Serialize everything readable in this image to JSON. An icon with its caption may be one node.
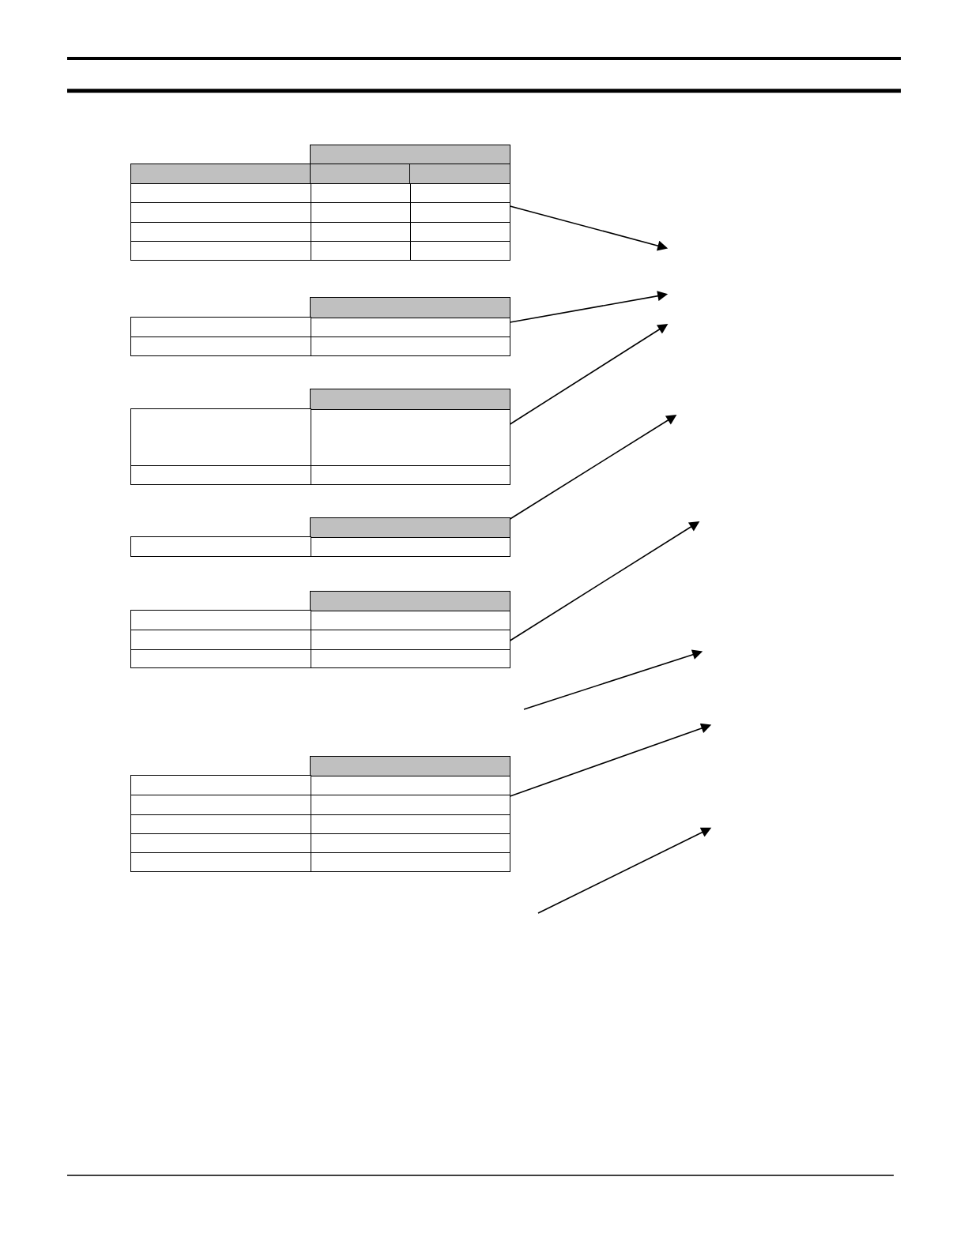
{
  "diagram": {
    "nodes": [
      {
        "text": [],
        "shape": "table"
      },
      {
        "text": [],
        "shape": "table"
      },
      {
        "text": [],
        "shape": "table"
      },
      {
        "text": [],
        "shape": "table"
      },
      {
        "text": [],
        "shape": "table"
      },
      {
        "text": [],
        "shape": "table"
      }
    ],
    "edges": [
      {
        "from": 0,
        "to": null,
        "arrow": "to"
      },
      {
        "from": 1,
        "to": null,
        "arrow": "to"
      },
      {
        "from": 2,
        "to": null,
        "arrow": "to"
      },
      {
        "from": 3,
        "to": null,
        "arrow": "to"
      },
      {
        "from": 4,
        "to": null,
        "arrow": "to"
      },
      {
        "from": 5,
        "to": null,
        "arrow": "to"
      }
    ]
  }
}
